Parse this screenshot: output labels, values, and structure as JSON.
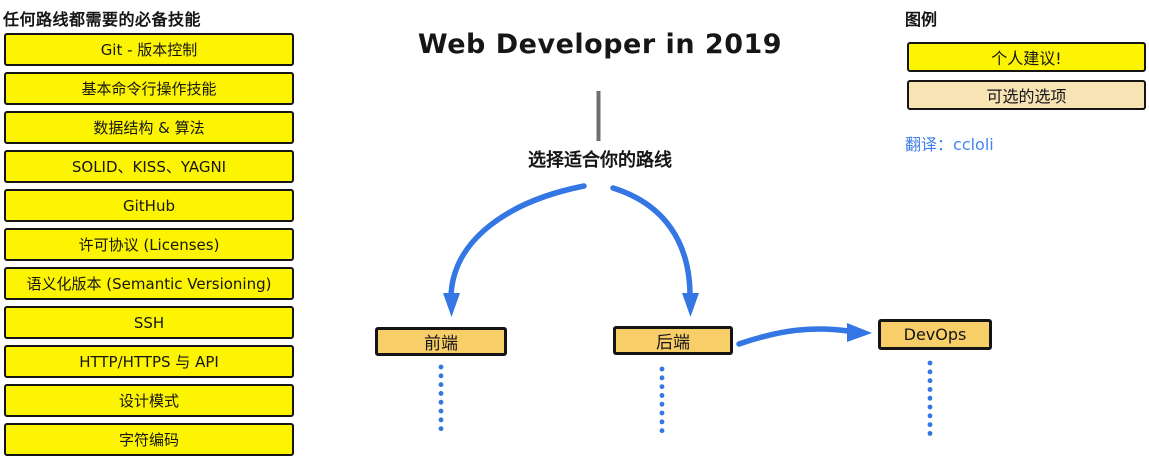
{
  "left_panel": {
    "heading": "任何路线都需要的必备技能",
    "skills": [
      "Git - 版本控制",
      "基本命令行操作技能",
      "数据结构 & 算法",
      "SOLID、KISS、YAGNI",
      "GitHub",
      "许可协议 (Licenses)",
      "语义化版本 (Semantic Versioning)",
      "SSH",
      "HTTP/HTTPS 与 API",
      "设计模式",
      "字符编码"
    ]
  },
  "center": {
    "title": "Web Developer in 2019",
    "choose_label": "选择适合你的路线",
    "paths": {
      "frontend": "前端",
      "backend": "后端",
      "devops": "DevOps"
    }
  },
  "legend": {
    "heading": "图例",
    "recommended_label": "个人建议!",
    "optional_label": "可选的选项",
    "translator_prefix": "翻译：",
    "translator_name": "ccloli"
  },
  "icons": {
    "arrow_to_frontend": "curved-arrow-down-left",
    "arrow_to_backend": "curved-arrow-down-right",
    "arrow_to_devops": "curved-arrow-right",
    "continuation": "dotted-line-down"
  },
  "colors": {
    "recommended_yellow": "#FCF400",
    "path_amber": "#F8CE69",
    "optional_tan": "#F8E3B5",
    "arrow_blue": "#3376E4",
    "translator_blue": "#4285F4",
    "border_black": "#141414",
    "stem_gray": "#6E6E6E"
  }
}
